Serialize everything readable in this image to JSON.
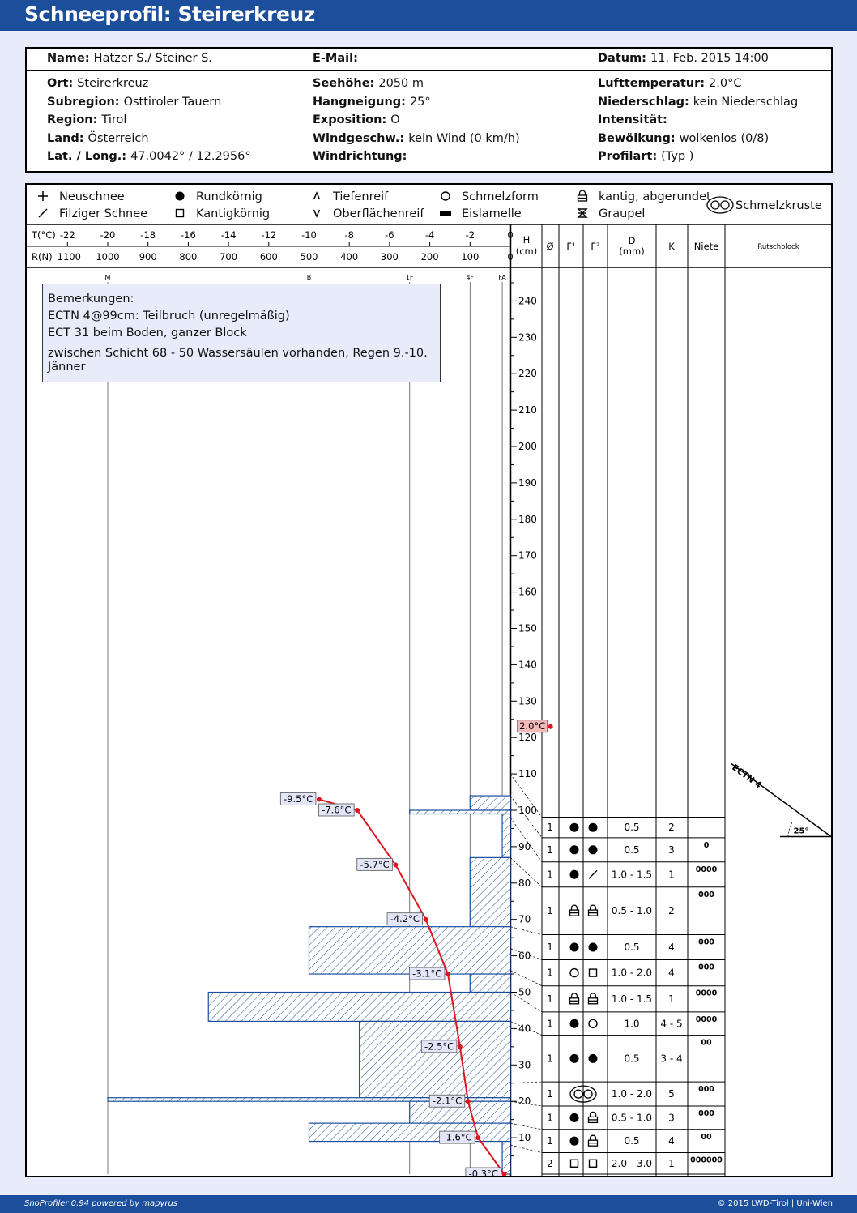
{
  "page": {
    "title": "Schneeprofil: Steirerkreuz",
    "footer_left": "SnoProfiler 0.94 powered by mapyrus",
    "footer_right": "© 2015 LWD-Tirol | Uni-Wien"
  },
  "header": {
    "name_label": "Name:",
    "name": "Hatzer S./ Steiner S.",
    "email_label": "E-Mail:",
    "email": "",
    "date_label": "Datum:",
    "date": "11. Feb. 2015 14:00",
    "left": [
      {
        "label": "Ort:",
        "value": "Steirerkreuz"
      },
      {
        "label": "Subregion:",
        "value": "Osttiroler Tauern"
      },
      {
        "label": "Region:",
        "value": "Tirol"
      },
      {
        "label": "Land:",
        "value": "Österreich"
      },
      {
        "label": "Lat. / Long.:",
        "value": "47.0042° / 12.2956°"
      }
    ],
    "mid": [
      {
        "label": "Seehöhe:",
        "value": "2050 m"
      },
      {
        "label": "Hangneigung:",
        "value": "25°"
      },
      {
        "label": "Exposition:",
        "value": "O"
      },
      {
        "label": "Windgeschw.:",
        "value": "kein Wind (0 km/h)"
      },
      {
        "label": "Windrichtung:",
        "value": ""
      }
    ],
    "right": [
      {
        "label": "Lufttemperatur:",
        "value": "2.0°C"
      },
      {
        "label": "Niederschlag:",
        "value": "kein Niederschlag"
      },
      {
        "label": "Intensität:",
        "value": ""
      },
      {
        "label": "Bewölkung:",
        "value": "wolkenlos (0/8)"
      },
      {
        "label": "Profilart:",
        "value": "(Typ )"
      }
    ]
  },
  "legend": [
    {
      "icon": "plus",
      "label": "Neuschnee"
    },
    {
      "icon": "dot",
      "label": "Rundkörnig"
    },
    {
      "icon": "caret-up",
      "label": "Tiefenreif"
    },
    {
      "icon": "circle",
      "label": "Schmelzform"
    },
    {
      "icon": "lock",
      "label": "kantig, abgerundet"
    },
    {
      "icon": "slash",
      "label": "Filziger Schnee"
    },
    {
      "icon": "square",
      "label": "Kantigkörnig"
    },
    {
      "icon": "caret-down",
      "label": "Oberflächenreif"
    },
    {
      "icon": "bar",
      "label": "Eislamelle"
    },
    {
      "icon": "graupel",
      "label": "Graupel"
    },
    {
      "icon": "double-circle",
      "label": "Schmelzkruste"
    }
  ],
  "remarks": {
    "title": "Bemerkungen:",
    "lines": [
      "ECTN 4@99cm: Teilbruch (unregelmäßig)",
      "ECT 31 beim Boden, ganzer Block"
    ],
    "extra": "zwischen Schicht 68 - 50 Wassersäulen vorhanden, Regen 9.-10. Jänner"
  },
  "chart_data": {
    "type": "snow-profile",
    "temp_axis": {
      "label": "T(°C)",
      "ticks": [
        "-22",
        "-20",
        "-18",
        "-16",
        "-14",
        "-12",
        "-10",
        "-8",
        "-6",
        "-4",
        "-2",
        "0"
      ],
      "range": [
        -22,
        0
      ]
    },
    "resistance_axis": {
      "label": "R(N)",
      "ticks": [
        "1100",
        "1000",
        "900",
        "800",
        "700",
        "600",
        "500",
        "400",
        "300",
        "200",
        "100",
        "0"
      ],
      "range": [
        1100,
        0
      ]
    },
    "hardness_labels": [
      {
        "label": "M",
        "r": 1000
      },
      {
        "label": "B",
        "r": 500
      },
      {
        "label": "1F",
        "r": 250
      },
      {
        "label": "4F",
        "r": 100
      },
      {
        "label": "FA",
        "r": 20
      }
    ],
    "height_axis": {
      "label": "H",
      "unit": "(cm)",
      "range": [
        0,
        250
      ],
      "ticks": [
        "10",
        "20",
        "30",
        "40",
        "50",
        "60",
        "70",
        "80",
        "90",
        "100",
        "110",
        "120",
        "130",
        "140",
        "150",
        "160",
        "170",
        "180",
        "190",
        "200",
        "210",
        "220",
        "230",
        "240"
      ]
    },
    "columns": {
      "grain_size": "Ø",
      "f1": "F¹",
      "f2": "F²",
      "d": "D",
      "d_unit": "(mm)",
      "k": "K",
      "niete": "Niete",
      "rutschblock": "Rutschblock"
    },
    "hardness_bars": [
      {
        "from": 100,
        "to": 104,
        "r": 100
      },
      {
        "from": 99,
        "to": 100,
        "r": 250
      },
      {
        "from": 87,
        "to": 99,
        "r": 20
      },
      {
        "from": 68,
        "to": 87,
        "r": 100
      },
      {
        "from": 55,
        "to": 68,
        "r": 500
      },
      {
        "from": 50,
        "to": 55,
        "r": 100
      },
      {
        "from": 42,
        "to": 50,
        "r": 750
      },
      {
        "from": 21,
        "to": 42,
        "r": 375
      },
      {
        "from": 20,
        "to": 21,
        "r": 1000
      },
      {
        "from": 14,
        "to": 20,
        "r": 250
      },
      {
        "from": 9,
        "to": 14,
        "r": 500
      },
      {
        "from": 0,
        "to": 9,
        "r": 20
      }
    ],
    "temperatures": [
      {
        "h": 123,
        "t": 2.0,
        "label": "2.0°C"
      },
      {
        "h": 103,
        "t": -9.5,
        "label": "-9.5°C"
      },
      {
        "h": 100,
        "t": -7.6,
        "label": "-7.6°C"
      },
      {
        "h": 85,
        "t": -5.7,
        "label": "-5.7°C"
      },
      {
        "h": 70,
        "t": -4.2,
        "label": "-4.2°C"
      },
      {
        "h": 55,
        "t": -3.1,
        "label": "-3.1°C"
      },
      {
        "h": 35,
        "t": -2.5,
        "label": "-2.5°C"
      },
      {
        "h": 20,
        "t": -2.1,
        "label": "-2.1°C"
      },
      {
        "h": 10,
        "t": -1.6,
        "label": "-1.6°C"
      },
      {
        "h": 0,
        "t": -0.3,
        "label": "-0.3°C"
      }
    ],
    "layers": [
      {
        "from": 104,
        "to": 110,
        "g": "1",
        "f1": "dot",
        "f2": "dot",
        "d": "0.5",
        "k": "2",
        "niete": ""
      },
      {
        "from": 98,
        "to": 104,
        "g": "1",
        "f1": "dot",
        "f2": "dot",
        "d": "0.5",
        "k": "3",
        "niete": "0"
      },
      {
        "from": 87,
        "to": 98,
        "g": "1",
        "f1": "dot",
        "f2": "slash",
        "d": "1.0 - 1.5",
        "k": "1",
        "niete": "0000"
      },
      {
        "from": 68,
        "to": 87,
        "g": "1",
        "f1": "lock",
        "f2": "lock",
        "d": "0.5 - 1.0",
        "k": "2",
        "niete": "000"
      },
      {
        "from": 62,
        "to": 68,
        "g": "1",
        "f1": "dot",
        "f2": "dot",
        "d": "0.5",
        "k": "4",
        "niete": "000"
      },
      {
        "from": 56,
        "to": 62,
        "g": "1",
        "f1": "circle",
        "f2": "square",
        "d": "1.0 - 2.0",
        "k": "4",
        "niete": "000"
      },
      {
        "from": 50,
        "to": 56,
        "g": "1",
        "f1": "lock",
        "f2": "lock",
        "d": "1.0 - 1.5",
        "k": "1",
        "niete": "0000"
      },
      {
        "from": 42,
        "to": 50,
        "g": "1",
        "f1": "dot",
        "f2": "circle",
        "d": "1.0",
        "k": "4 - 5",
        "niete": "0000"
      },
      {
        "from": 25,
        "to": 42,
        "g": "1",
        "f1": "dot",
        "f2": "dot",
        "d": "0.5",
        "k": "3 - 4",
        "niete": "00"
      },
      {
        "from": 20,
        "to": 25,
        "g": "1",
        "f1": "double-circle",
        "f2": "",
        "d": "1.0 - 2.0",
        "k": "5",
        "niete": "000"
      },
      {
        "from": 14,
        "to": 20,
        "g": "1",
        "f1": "dot",
        "f2": "lock",
        "d": "0.5 - 1.0",
        "k": "3",
        "niete": "000"
      },
      {
        "from": 8,
        "to": 14,
        "g": "1",
        "f1": "dot",
        "f2": "lock",
        "d": "0.5",
        "k": "4",
        "niete": "00"
      },
      {
        "from": 0,
        "to": 8,
        "g": "2",
        "f1": "square",
        "f2": "square",
        "d": "2.0 - 3.0",
        "k": "1",
        "niete": "000000"
      }
    ],
    "test": {
      "label": "ECTN 4",
      "angle": "25°",
      "height": 99
    }
  }
}
